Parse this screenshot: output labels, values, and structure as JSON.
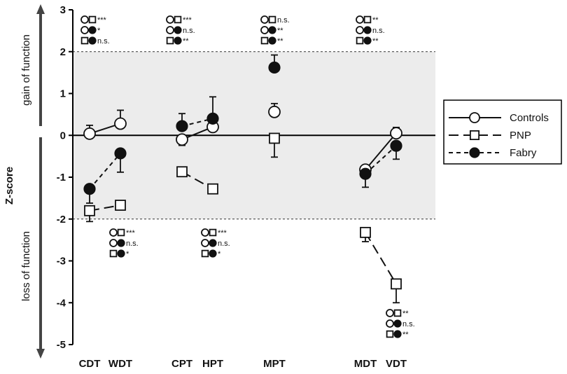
{
  "chart_data": {
    "type": "scatter",
    "title": "",
    "ylabel": "Z-score",
    "ylim": [
      -5,
      3
    ],
    "yticks": [
      3,
      2,
      1,
      0,
      -1,
      -2,
      -3,
      -4,
      -5
    ],
    "normal_band": [
      -2,
      2
    ],
    "band_color": "#ececec",
    "side_labels": {
      "top": "gain of function",
      "bottom": "loss of function"
    },
    "categories": [
      "CDT",
      "WDT",
      "CPT",
      "HPT",
      "MPT",
      "MDT",
      "VDT"
    ],
    "series": [
      {
        "name": "Controls",
        "marker": "open-circle",
        "line": "solid",
        "color": "#111111",
        "values": [
          0.04,
          0.28,
          -0.1,
          0.2,
          0.56,
          -0.82,
          0.05
        ],
        "errors": [
          0.2,
          0.32,
          0.14,
          0.12,
          0.2,
          0.1,
          0.14
        ]
      },
      {
        "name": "PNP",
        "marker": "open-square",
        "line": "long-dash",
        "color": "#111111",
        "values": [
          -1.8,
          -1.67,
          -0.87,
          -1.28,
          -0.07,
          -2.32,
          -3.55
        ],
        "errors": [
          0.26,
          0.08,
          0.06,
          0.06,
          0.45,
          0.22,
          0.45
        ]
      },
      {
        "name": "Fabry",
        "marker": "filled-circle",
        "line": "short-dash",
        "color": "#111111",
        "values": [
          -1.28,
          -0.43,
          0.22,
          0.4,
          1.62,
          -0.92,
          -0.25
        ],
        "errors": [
          0.34,
          0.45,
          0.3,
          0.52,
          0.3,
          0.32,
          0.32
        ]
      }
    ],
    "line_groups": [
      [
        0,
        1
      ],
      [
        2,
        3
      ],
      [
        5,
        6
      ]
    ],
    "significance": [
      {
        "group": "CDT-WDT",
        "position": "above",
        "rows": [
          {
            "pair": [
              "open-circle",
              "open-square"
            ],
            "label": "***"
          },
          {
            "pair": [
              "open-circle",
              "filled-circle"
            ],
            "label": "*"
          },
          {
            "pair": [
              "open-square",
              "filled-circle"
            ],
            "label": "n.s."
          }
        ]
      },
      {
        "group": "CDT-WDT",
        "position": "below",
        "rows": [
          {
            "pair": [
              "open-circle",
              "open-square"
            ],
            "label": "***"
          },
          {
            "pair": [
              "open-circle",
              "filled-circle"
            ],
            "label": "n.s."
          },
          {
            "pair": [
              "open-square",
              "filled-circle"
            ],
            "label": "*"
          }
        ]
      },
      {
        "group": "CPT-HPT",
        "position": "above",
        "rows": [
          {
            "pair": [
              "open-circle",
              "open-square"
            ],
            "label": "***"
          },
          {
            "pair": [
              "open-circle",
              "filled-circle"
            ],
            "label": "n.s."
          },
          {
            "pair": [
              "open-square",
              "filled-circle"
            ],
            "label": "**"
          }
        ]
      },
      {
        "group": "CPT-HPT",
        "position": "below",
        "rows": [
          {
            "pair": [
              "open-circle",
              "open-square"
            ],
            "label": "***"
          },
          {
            "pair": [
              "open-circle",
              "filled-circle"
            ],
            "label": "n.s."
          },
          {
            "pair": [
              "open-square",
              "filled-circle"
            ],
            "label": "*"
          }
        ]
      },
      {
        "group": "MPT",
        "position": "above",
        "rows": [
          {
            "pair": [
              "open-circle",
              "open-square"
            ],
            "label": "n.s."
          },
          {
            "pair": [
              "open-circle",
              "filled-circle"
            ],
            "label": "**"
          },
          {
            "pair": [
              "open-square",
              "filled-circle"
            ],
            "label": "**"
          }
        ]
      },
      {
        "group": "MDT",
        "position": "above",
        "rows": [
          {
            "pair": [
              "open-circle",
              "open-square"
            ],
            "label": "**"
          },
          {
            "pair": [
              "open-circle",
              "filled-circle"
            ],
            "label": "n.s."
          },
          {
            "pair": [
              "open-square",
              "filled-circle"
            ],
            "label": "**"
          }
        ]
      },
      {
        "group": "VDT",
        "position": "below",
        "rows": [
          {
            "pair": [
              "open-circle",
              "open-square"
            ],
            "label": "**"
          },
          {
            "pair": [
              "open-circle",
              "filled-circle"
            ],
            "label": "n.s."
          },
          {
            "pair": [
              "open-square",
              "filled-circle"
            ],
            "label": "**"
          }
        ]
      }
    ],
    "legend": {
      "placement": "right",
      "entries": [
        "Controls",
        "PNP",
        "Fabry"
      ]
    },
    "grid": false
  }
}
